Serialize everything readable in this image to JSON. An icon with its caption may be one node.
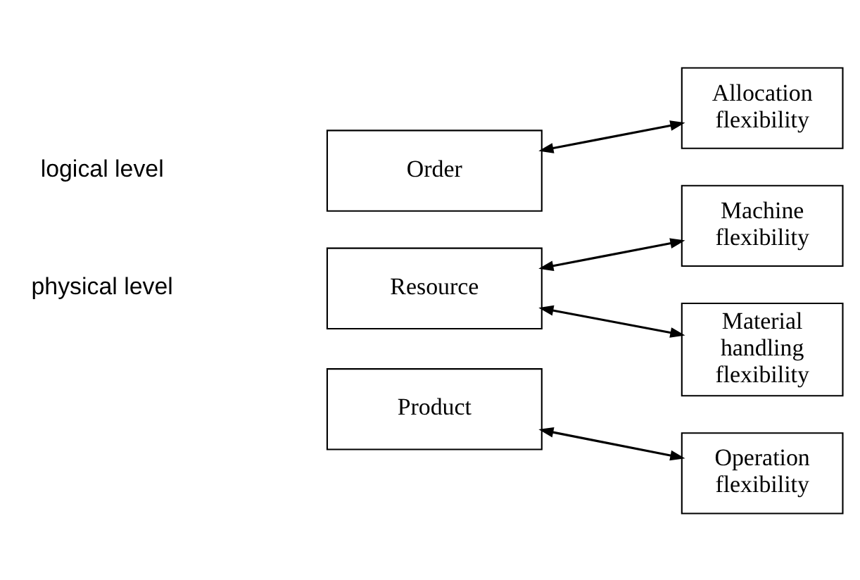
{
  "diagram": {
    "nodes": [
      {
        "text": [
          "Order"
        ]
      },
      {
        "text": [
          "Allocation flexibility"
        ]
      },
      {
        "text": [
          "Resource"
        ]
      },
      {
        "text": [
          "Machine flexibility"
        ]
      },
      {
        "text": [
          "Material handling flexibility"
        ]
      },
      {
        "text": [
          "Product"
        ]
      },
      {
        "text": [
          "Operation flexibility"
        ]
      }
    ],
    "edges": [
      {
        "from": 0,
        "to": 1,
        "arrow": "both"
      },
      {
        "from": 2,
        "to": 3,
        "arrow": "both"
      },
      {
        "from": 2,
        "to": 4,
        "arrow": "both"
      },
      {
        "from": 5,
        "to": 6,
        "arrow": "both"
      }
    ],
    "labels": [
      "logical level",
      "physical level"
    ]
  }
}
